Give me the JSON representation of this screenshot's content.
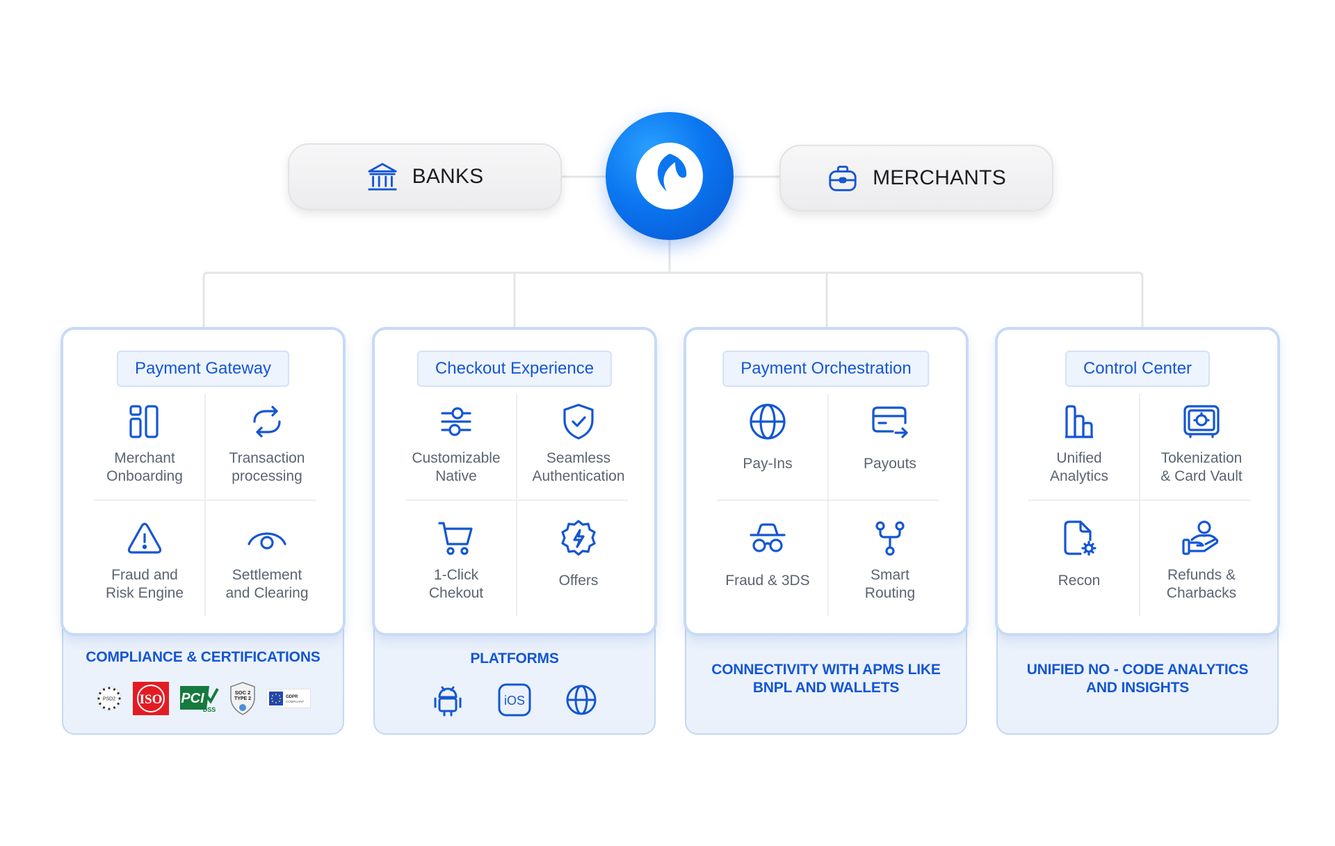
{
  "top": {
    "banks_label": "BANKS",
    "merchants_label": "MERCHANTS",
    "banks_icon": "bank-icon",
    "merchants_icon": "briefcase-icon",
    "logo_icon": "brand-logo"
  },
  "colors": {
    "accent": "#1456d3",
    "brand_blue": "#0b76f0",
    "card_border": "#c7daf7",
    "text_muted": "#5b6472"
  },
  "columns": [
    {
      "title": "Payment Gateway",
      "items": [
        {
          "label": "Merchant\nOnboarding",
          "icon": "columns-layout-icon"
        },
        {
          "label": "Transaction\nprocessing",
          "icon": "refresh-cycle-icon"
        },
        {
          "label": "Fraud and\nRisk Engine",
          "icon": "warning-triangle-icon"
        },
        {
          "label": "Settlement\nand Clearing",
          "icon": "eye-arc-icon"
        }
      ],
      "bottom_label": "COMPLIANCE & CERTIFICATIONS",
      "badges": [
        "PSD2",
        "ISO",
        "PCI DSS",
        "SOC 2 TYPE 2",
        "GDPR COMPLIANT"
      ]
    },
    {
      "title": "Checkout Experience",
      "items": [
        {
          "label": "Customizable\nNative",
          "icon": "sliders-icon"
        },
        {
          "label": "Seamless\nAuthentication",
          "icon": "shield-check-icon"
        },
        {
          "label": "1-Click\nChekout",
          "icon": "cart-icon"
        },
        {
          "label": "Offers",
          "icon": "badge-bolt-icon"
        }
      ],
      "bottom_label": "PLATFORMS",
      "platforms": [
        {
          "name": "android",
          "icon": "android-icon"
        },
        {
          "name": "iOS",
          "label": "iOS",
          "icon": "ios-icon"
        },
        {
          "name": "web",
          "icon": "globe-icon"
        }
      ]
    },
    {
      "title": "Payment Orchestration",
      "items": [
        {
          "label": "Pay-Ins",
          "icon": "globe-icon"
        },
        {
          "label": "Payouts",
          "icon": "card-arrow-icon"
        },
        {
          "label": "Fraud & 3DS",
          "icon": "spy-glasses-icon"
        },
        {
          "label": "Smart\nRouting",
          "icon": "routing-icon"
        }
      ],
      "bottom_label": "CONNECTIVITY WITH APMS LIKE\nBNPL AND WALLETS"
    },
    {
      "title": "Control Center",
      "items": [
        {
          "label": "Unified\nAnalytics",
          "icon": "bar-chart-icon"
        },
        {
          "label": "Tokenization\n& Card Vault",
          "icon": "vault-icon"
        },
        {
          "label": "Recon",
          "icon": "file-gear-icon"
        },
        {
          "label": "Refunds &\nCharbacks",
          "icon": "hand-coin-icon"
        }
      ],
      "bottom_label": "UNIFIED NO - CODE ANALYTICS\nAND INSIGHTS"
    }
  ]
}
